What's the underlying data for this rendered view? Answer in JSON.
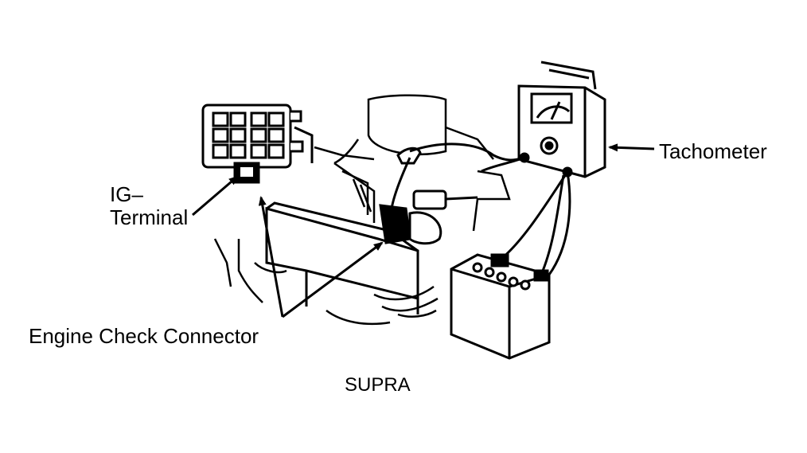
{
  "labels": {
    "ig_terminal_line1": "IG–",
    "ig_terminal_line2": "Terminal",
    "tachometer": "Tachometer",
    "engine_check_connector": "Engine Check Connector",
    "caption": "SUPRA"
  },
  "colors": {
    "ink": "#000000",
    "background": "#ffffff"
  }
}
